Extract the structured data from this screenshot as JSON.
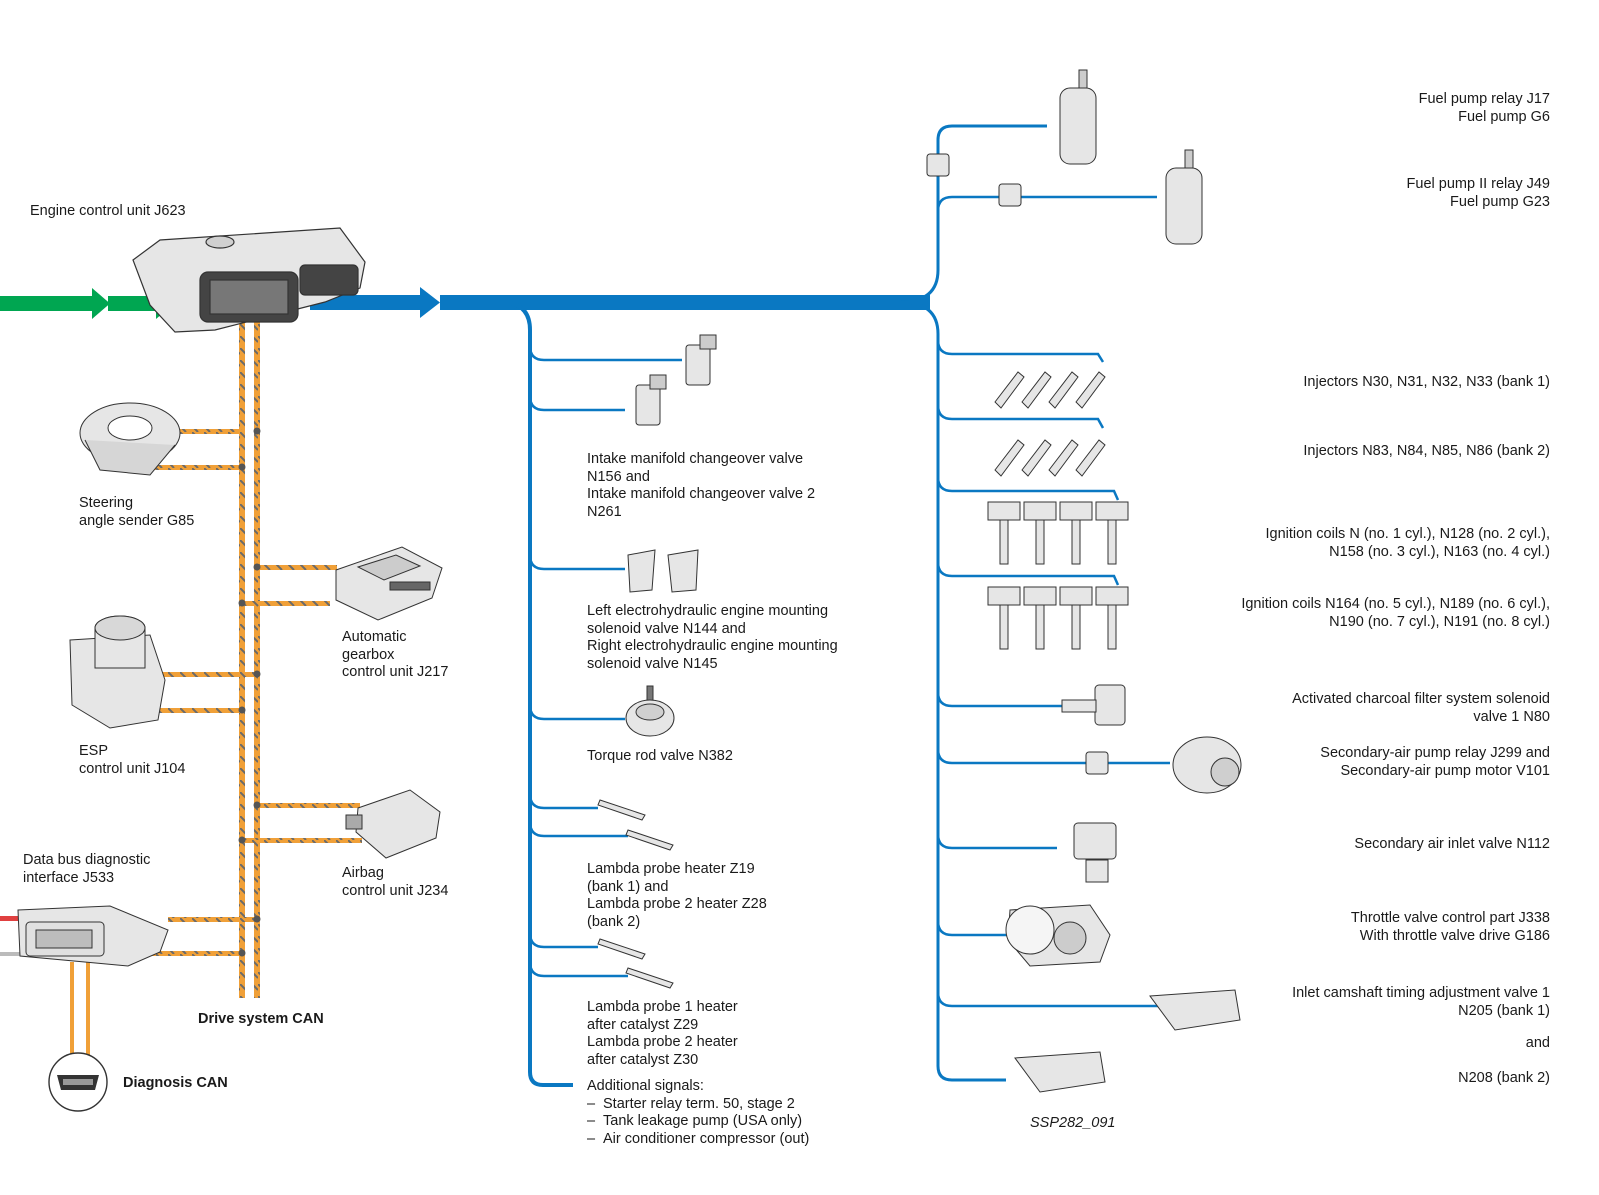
{
  "colors": {
    "input_bus": "#00a651",
    "output_bus": "#0a78c2",
    "can_orange": "#f0a038",
    "can_gray": "#6a6a6a",
    "component_fill": "#e6e6e6",
    "component_stroke": "#333333"
  },
  "labels": {
    "ecu": "Engine control unit J623",
    "steering": "Steering\nangle sender G85",
    "esp": "ESP\ncontrol unit J104",
    "gateway": "Data bus diagnostic\ninterface J533",
    "diag_can": "Diagnosis CAN",
    "drive_can": "Drive system CAN",
    "gearbox": "Automatic\ngearbox\ncontrol unit J217",
    "airbag": "Airbag\ncontrol unit J234",
    "intake_valve": "Intake manifold changeover valve\nN156 and\nIntake manifold changeover valve 2\nN261",
    "mount_valve": "Left electrohydraulic engine mounting\nsolenoid valve N144 and\nRight electrohydraulic engine mounting\nsolenoid valve N145",
    "torque_valve": "Torque rod valve N382",
    "lambda_heater": "Lambda probe heater Z19\n(bank 1) and\nLambda probe 2 heater Z28\n(bank 2)",
    "lambda_after": "Lambda probe 1 heater\nafter catalyst Z29\nLambda probe 2 heater\nafter catalyst Z30",
    "additional_title": "Additional signals:",
    "additional_items": [
      "Starter relay term. 50, stage 2",
      "Tank leakage pump (USA only)",
      "Air conditioner compressor (out)"
    ],
    "fuel1": "Fuel pump relay J17\nFuel pump G6",
    "fuel2": "Fuel pump II relay J49\nFuel pump G23",
    "inj1": "Injectors N30, N31, N32, N33 (bank 1)",
    "inj2": "Injectors N83, N84, N85, N86 (bank 2)",
    "ign1": "Ignition coils N (no. 1 cyl.), N128 (no. 2 cyl.),\nN158 (no. 3 cyl.), N163 (no. 4 cyl.)",
    "ign2": "Ignition coils N164 (no. 5 cyl.), N189 (no. 6 cyl.),\nN190 (no. 7 cyl.), N191 (no. 8 cyl.)",
    "charcoal": "Activated charcoal filter system solenoid\nvalve 1 N80",
    "secpump": "Secondary-air pump relay J299 and\nSecondary-air pump motor V101",
    "secvalve": "Secondary air inlet valve N112",
    "throttle": "Throttle valve control part J338\nWith throttle valve drive G186",
    "camshaft": "Inlet camshaft timing adjustment valve 1\nN205 (bank 1)",
    "and_word": "and",
    "n208": "N208 (bank 2)",
    "ref": "SSP282_091"
  }
}
